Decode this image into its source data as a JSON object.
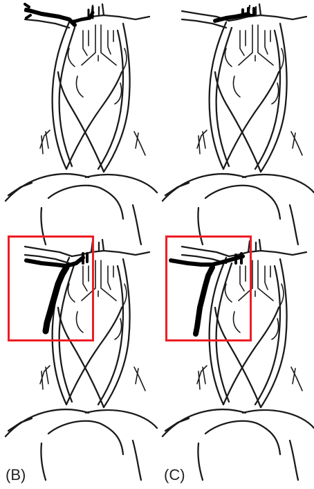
{
  "panels": [
    {
      "id": "top-left",
      "label": "",
      "highlight": false,
      "occlusion": "top-left-branch"
    },
    {
      "id": "top-right",
      "label": "",
      "highlight": false,
      "occlusion": "top-right-branch"
    },
    {
      "id": "bottom-left",
      "label": "(B)",
      "highlight": true,
      "occlusion": "left-sinus"
    },
    {
      "id": "bottom-right",
      "label": "(C)",
      "highlight": true,
      "occlusion": "left-sinus-partial"
    }
  ],
  "colors": {
    "vessel": "#1a1a1a",
    "occlusion_fill": "#000000",
    "highlight_box": "#ee1c25",
    "background": "#ffffff"
  }
}
